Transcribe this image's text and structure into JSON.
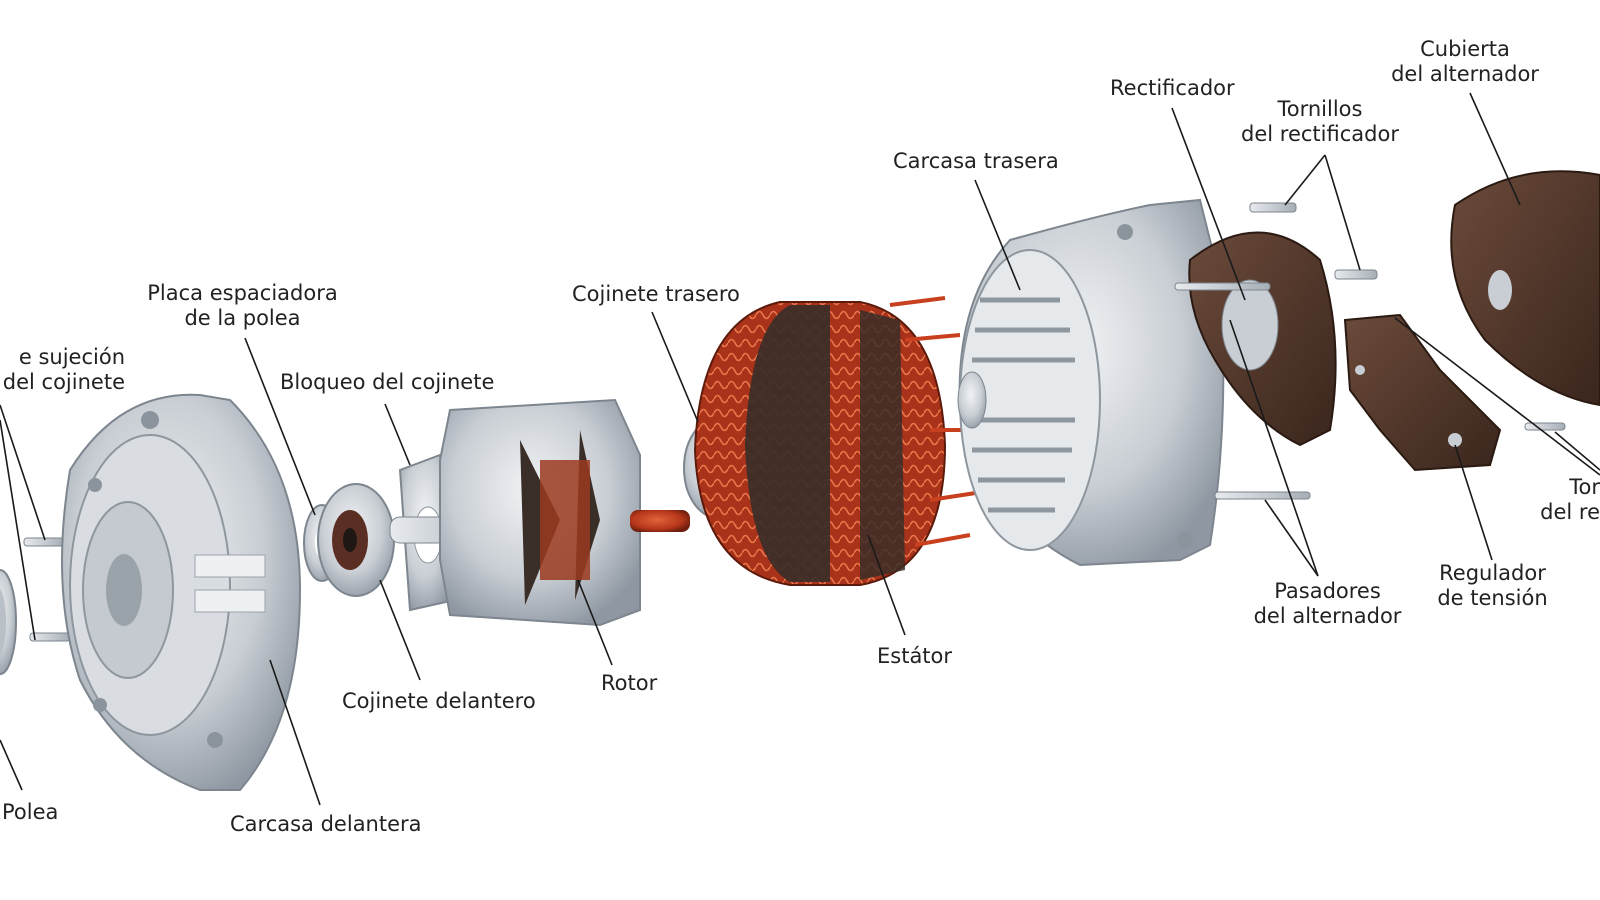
{
  "labels": {
    "sujecion": [
      "e sujeción",
      "del cojinete"
    ],
    "polea": [
      "Polea"
    ],
    "placa": [
      "Placa espaciadora",
      "de la polea"
    ],
    "bloqueo": [
      "Bloqueo del cojinete"
    ],
    "cojinete_trasero": [
      "Cojinete trasero"
    ],
    "cojinete_delantero": [
      "Cojinete delantero"
    ],
    "rotor": [
      "Rotor"
    ],
    "carcasa_delantera": [
      "Carcasa delantera"
    ],
    "estator": [
      "Estátor"
    ],
    "carcasa_trasera": [
      "Carcasa trasera"
    ],
    "rectificador": [
      "Rectificador"
    ],
    "tornillos_rect": [
      "Tornillos",
      "del rectificador"
    ],
    "cubierta": [
      "Cubierta",
      "del alternador"
    ],
    "pasadores": [
      "Pasadores",
      "del alternador"
    ],
    "regulador": [
      "Regulador",
      "de tensión"
    ],
    "tor_partial": [
      "Tor",
      "del re"
    ]
  },
  "colors": {
    "aluminum": "#d4d8dc",
    "aluminum_dark": "#9aa2aa",
    "copper": "#c8401e",
    "iron": "#3a2e28",
    "brown": "#5a3c2e",
    "leader": "#1a1a1a"
  }
}
